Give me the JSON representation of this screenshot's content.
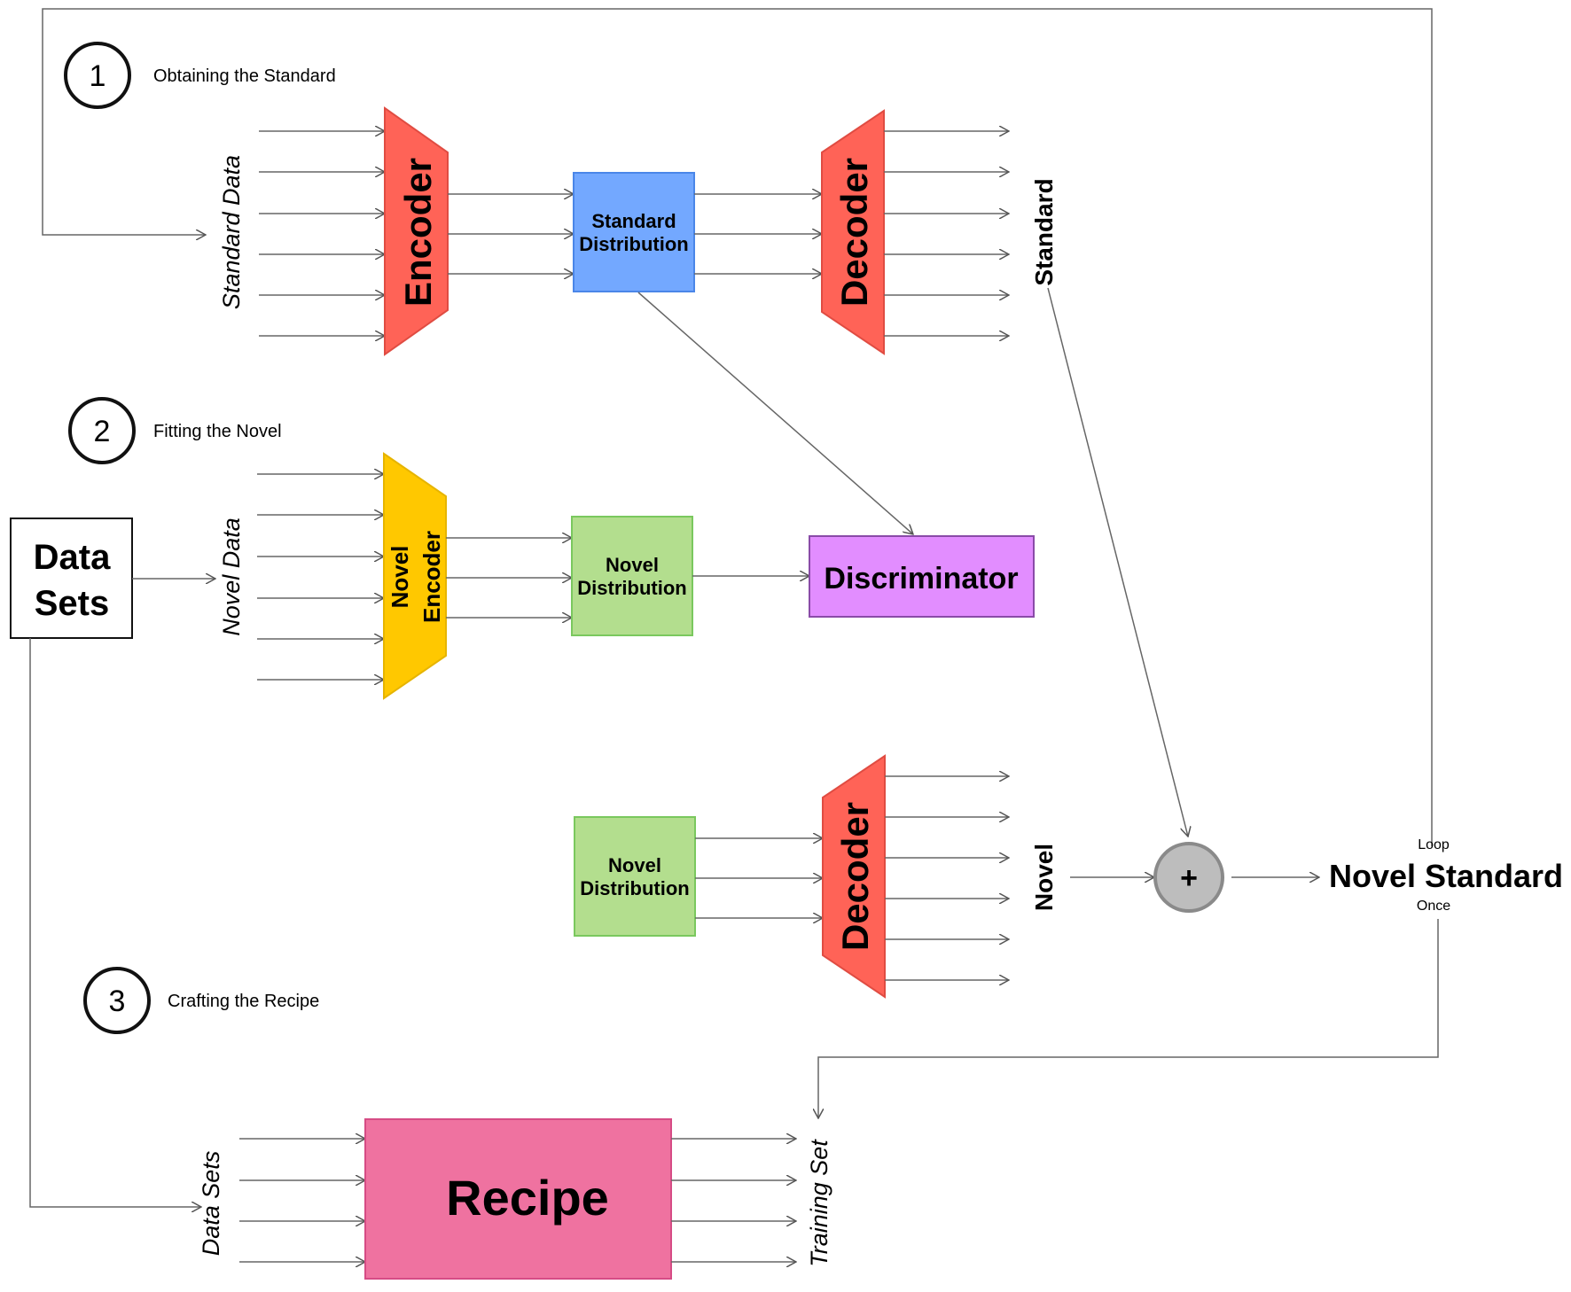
{
  "steps": [
    {
      "number": "1",
      "label": "Obtaining the Standard"
    },
    {
      "number": "2",
      "label": "Fitting the Novel"
    },
    {
      "number": "3",
      "label": "Crafting the Recipe"
    }
  ],
  "blocks": {
    "data_sets": [
      "Data",
      "Sets"
    ],
    "encoder": "Encoder",
    "standard_distribution": [
      "Standard",
      "Distribution"
    ],
    "decoder_top": "Decoder",
    "novel_encoder": [
      "Novel",
      "Encoder"
    ],
    "novel_distribution_mid": [
      "Novel",
      "Distribution"
    ],
    "discriminator": "Discriminator",
    "novel_distribution_low": [
      "Novel",
      "Distribution"
    ],
    "decoder_low": "Decoder",
    "adder": "+",
    "recipe": "Recipe"
  },
  "labels": {
    "standard_data": "Standard Data",
    "novel_data": "Novel Data",
    "standard_out": "Standard",
    "novel_out": "Novel",
    "novel_standard": "Novel Standard",
    "loop": "Loop",
    "once": "Once",
    "data_sets_in": "Data Sets",
    "training_set": "Training Set"
  },
  "colors": {
    "encoder": "#FF6357",
    "standard_distribution": "#73A8FF",
    "novel_encoder": "#FFC800",
    "novel_distribution": "#B3DE8E",
    "discriminator": "#E28DFF",
    "adder": "#BDBDBD",
    "recipe": "#EF72A0"
  }
}
